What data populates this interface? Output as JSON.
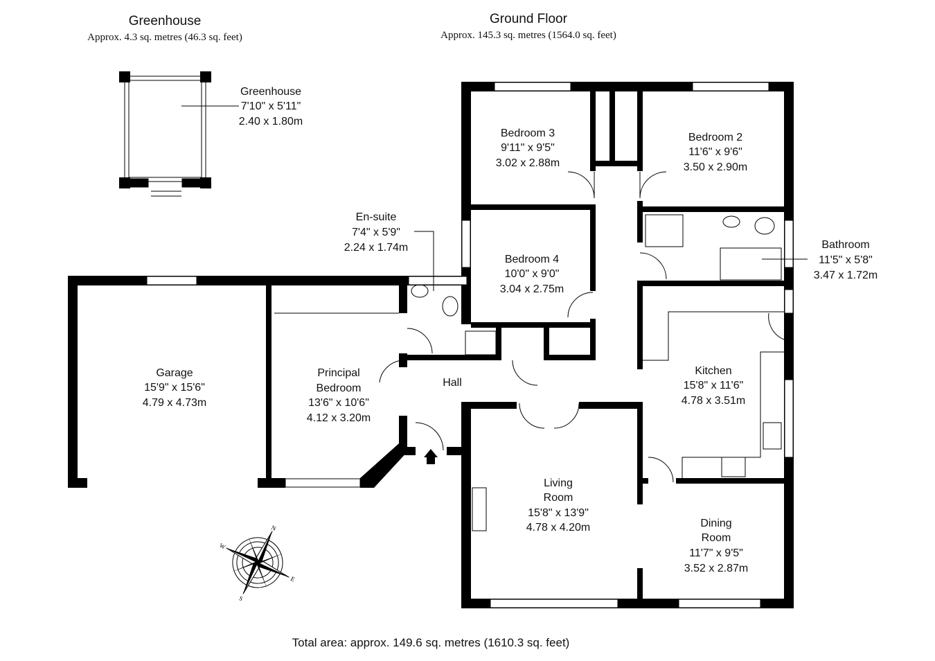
{
  "headers": {
    "greenhouse": {
      "title": "Greenhouse",
      "area": "Approx. 4.3 sq. metres (46.3 sq. feet)"
    },
    "ground_floor": {
      "title": "Ground Floor",
      "area": "Approx. 145.3 sq. metres (1564.0 sq. feet)"
    }
  },
  "rooms": {
    "greenhouse": {
      "name": "Greenhouse",
      "imperial": "7'10\" x 5'11\"",
      "metric": "2.40 x 1.80m"
    },
    "bedroom3": {
      "name": "Bedroom 3",
      "imperial": "9'11\" x 9'5\"",
      "metric": "3.02 x 2.88m"
    },
    "bedroom2": {
      "name": "Bedroom 2",
      "imperial": "11'6\" x 9'6\"",
      "metric": "3.50 x 2.90m"
    },
    "ensuite": {
      "name": "En-suite",
      "imperial": "7'4\" x 5'9\"",
      "metric": "2.24 x 1.74m"
    },
    "bedroom4": {
      "name": "Bedroom 4",
      "imperial": "10'0\" x 9'0\"",
      "metric": "3.04 x 2.75m"
    },
    "bathroom": {
      "name": "Bathroom",
      "imperial": "11'5\" x 5'8\"",
      "metric": "3.47 x 1.72m"
    },
    "garage": {
      "name": "Garage",
      "imperial": "15'9\" x 15'6\"",
      "metric": "4.79 x 4.73m"
    },
    "principal": {
      "name1": "Principal",
      "name2": "Bedroom",
      "imperial": "13'6\" x 10'6\"",
      "metric": "4.12 x 3.20m"
    },
    "hall": {
      "name": "Hall"
    },
    "kitchen": {
      "name": "Kitchen",
      "imperial": "15'8\" x 11'6\"",
      "metric": "4.78 x 3.51m"
    },
    "living": {
      "name1": "Living",
      "name2": "Room",
      "imperial": "15'8\" x 13'9\"",
      "metric": "4.78 x 4.20m"
    },
    "dining": {
      "name1": "Dining",
      "name2": "Room",
      "imperial": "11'7\" x 9'5\"",
      "metric": "3.52 x 2.87m"
    }
  },
  "compass": {
    "n": "N",
    "e": "E",
    "s": "S",
    "w": "W"
  },
  "footer": {
    "total_area": "Total area: approx. 149.6 sq. metres (1610.3 sq. feet)"
  }
}
